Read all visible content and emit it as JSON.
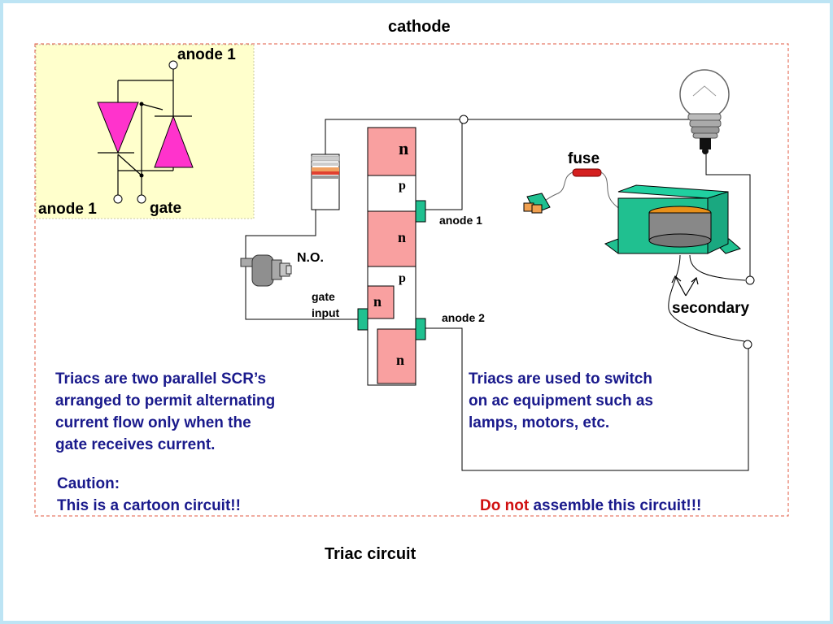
{
  "colors": {
    "accent_text": "#1a1a8c",
    "warning": "#d01010",
    "symbol": "#ff33cc",
    "inset_bg": "#ffffcc",
    "n_layer": "#f9a0a0",
    "terminal": "#20c090",
    "frame": "#bde4f4"
  },
  "diagram": {
    "title_top": "cathode",
    "caption": "Triac circuit",
    "symbol_labels": {
      "anode1_top": "anode 1",
      "anode1_bottom": "anode 1",
      "gate": "gate"
    },
    "layers": {
      "n1": "n",
      "p1": "p",
      "n2": "n",
      "p2": "p",
      "n_gate": "n",
      "n3": "n"
    },
    "terminal_labels": {
      "anode1": "anode 1",
      "anode2": "anode 2",
      "gate_line1": "gate",
      "gate_line2": "input"
    },
    "component_labels": {
      "switch": "N.O.",
      "fuse": "fuse",
      "secondary": "secondary"
    },
    "text_left": [
      "Triacs are two parallel SCR’s",
      "arranged to permit alternating",
      "current flow only when the",
      "gate receives current."
    ],
    "text_right": [
      "Triacs are used to switch",
      "on ac equipment such as",
      "lamps, motors, etc."
    ],
    "caution": [
      "Caution:",
      "This is a cartoon circuit!!"
    ],
    "warning_red": "Do not",
    "warning_rest": "assemble this circuit!!!"
  }
}
